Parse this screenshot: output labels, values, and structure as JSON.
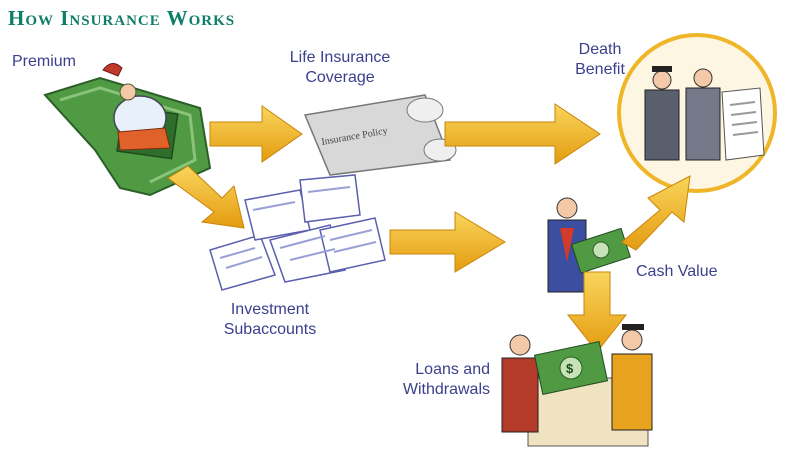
{
  "title": "How Insurance Works",
  "labels": {
    "premium": "Premium",
    "coverage_line1": "Life Insurance",
    "coverage_line2": "Coverage",
    "death_line1": "Death",
    "death_line2": "Benefit",
    "investment_line1": "Investment",
    "investment_line2": "Subaccounts",
    "cash_value": "Cash Value",
    "loans_line1": "Loans and",
    "loans_line2": "Withdrawals",
    "policy_scroll": "Insurance Policy"
  },
  "colors": {
    "title": "#0e7d6a",
    "label_text": "#3b3f8c",
    "arrow": "#f2b21a",
    "money": "#3f8f3a"
  }
}
